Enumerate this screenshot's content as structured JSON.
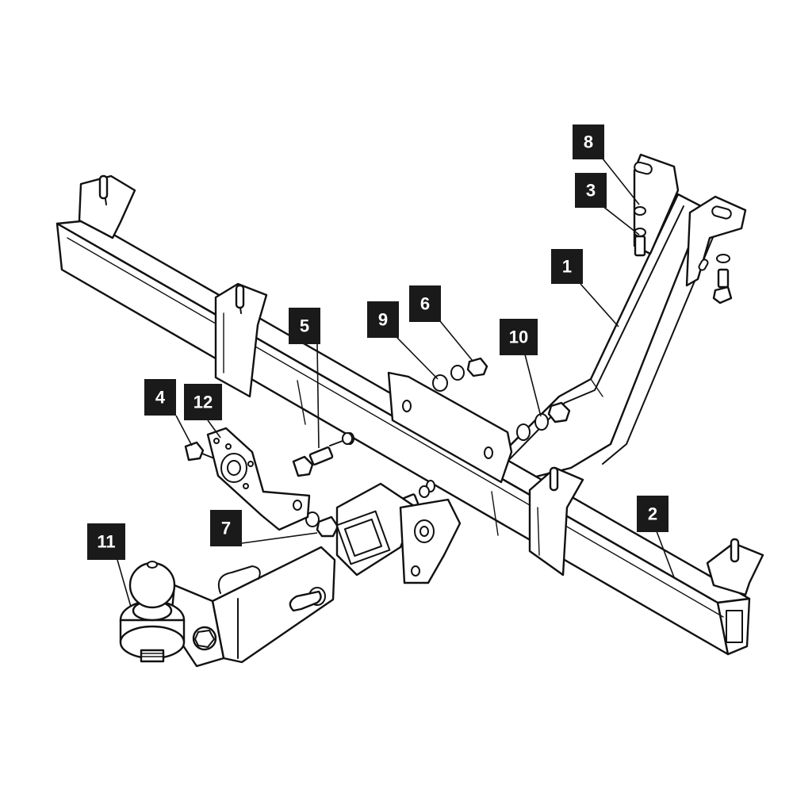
{
  "callouts": {
    "c1": "1",
    "c2": "2",
    "c3": "3",
    "c4": "4",
    "c5": "5",
    "c6": "6",
    "c7": "7",
    "c8": "8",
    "c9": "9",
    "c10": "10",
    "c11": "11",
    "c12": "12"
  },
  "colors": {
    "line": "#111111",
    "callout_fill": "#1a1a1a",
    "callout_text": "#ffffff",
    "background": "#ffffff"
  }
}
